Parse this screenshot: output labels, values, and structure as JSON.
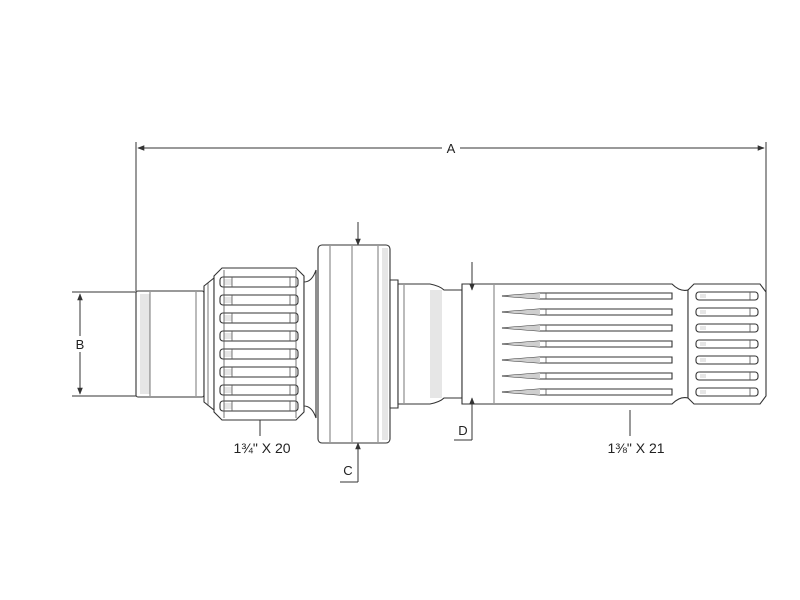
{
  "dimensions": {
    "overall_length": "A",
    "pilot_diameter": "B",
    "collar_diameter": "C",
    "neck_diameter": "D"
  },
  "splines": {
    "front": "1¾\" X 20",
    "rear": "1⅜\" X 21"
  }
}
